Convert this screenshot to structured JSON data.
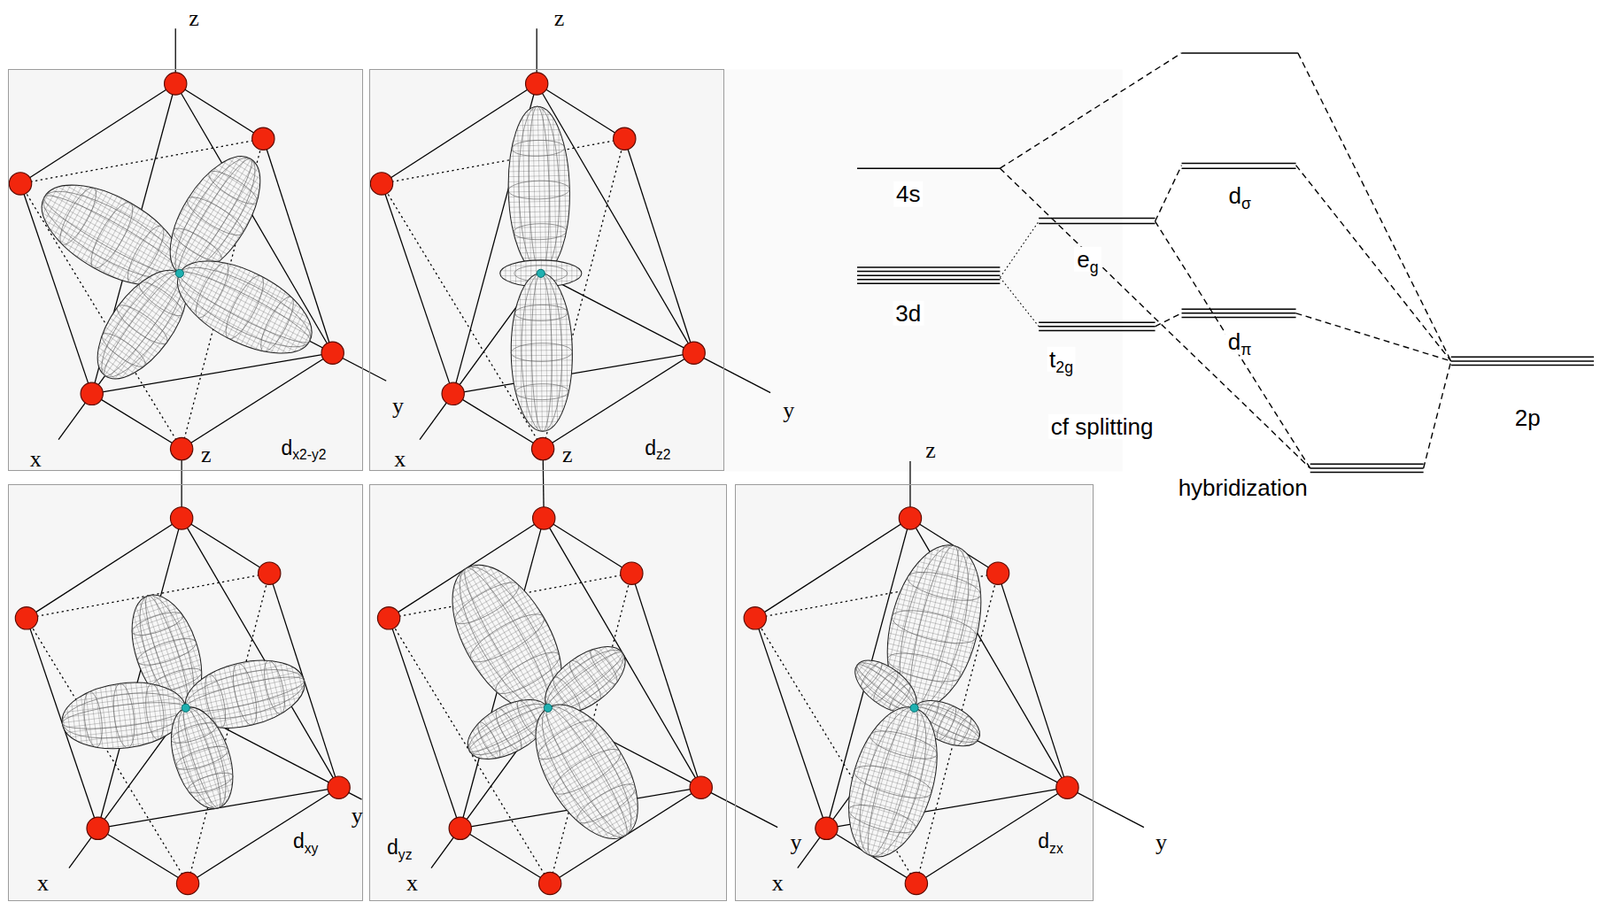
{
  "diagram": {
    "nodes": [
      {
        "text": [
          "dx2-y2"
        ]
      },
      {
        "text": [
          "dz2"
        ]
      },
      {
        "text": [
          "dxy"
        ]
      },
      {
        "text": [
          "dyz"
        ]
      },
      {
        "text": [
          "dzx"
        ]
      }
    ],
    "labels": [
      "z",
      "x",
      "y",
      "z",
      "x",
      "z",
      "y",
      "z",
      "4s",
      "3d",
      "eg",
      "t2g",
      "cf splitting",
      "dσ",
      "dπ",
      "2p",
      "hybridization",
      "z",
      "x",
      "y",
      "x",
      "y",
      "x",
      "y"
    ]
  }
}
